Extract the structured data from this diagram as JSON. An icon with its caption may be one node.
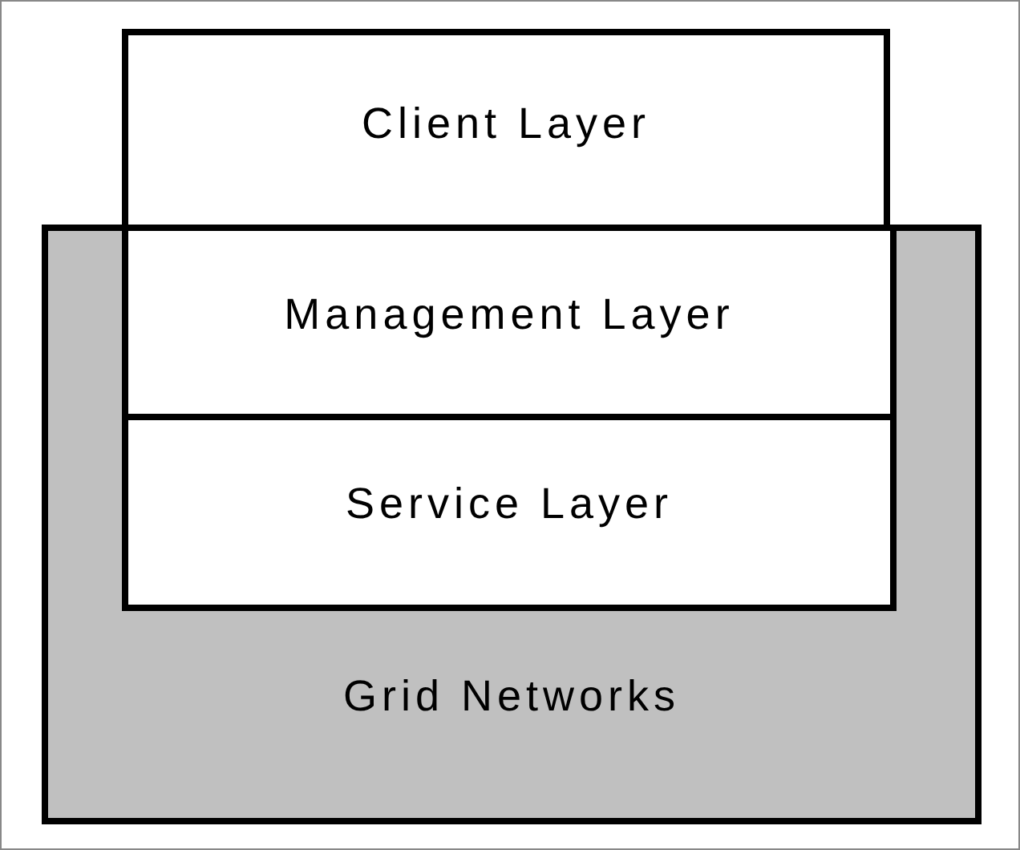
{
  "diagram": {
    "nodes": [
      {
        "text": [
          "Client Layer"
        ]
      },
      {
        "text": [
          "Grid Networks"
        ]
      },
      {
        "text": [
          "Management Layer"
        ],
        "in": 1
      },
      {
        "text": [
          "Service Layer"
        ],
        "in": 1
      }
    ]
  }
}
